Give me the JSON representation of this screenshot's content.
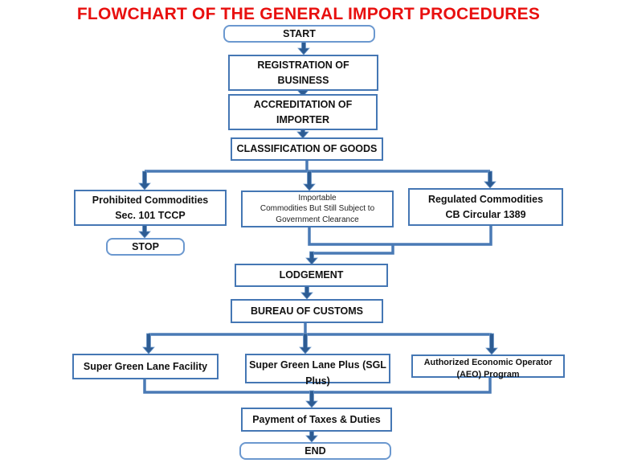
{
  "title": "FLOWCHART OF THE GENERAL IMPORT PROCEDURES",
  "colors": {
    "title": "#e8100f",
    "rect_border": "#4577b4",
    "rounded_border": "#6b98cf",
    "connector_line": "#4a7ab5",
    "arrow": "#2d5c93",
    "background": "#ffffff",
    "text": "#111111"
  },
  "nodes": {
    "start": {
      "lines": [
        "START"
      ],
      "shape": "rounded"
    },
    "registration": {
      "lines": [
        "REGISTRATION OF",
        "BUSINESS"
      ],
      "shape": "rect"
    },
    "accreditation": {
      "lines": [
        "ACCREDITATION OF",
        "IMPORTER"
      ],
      "shape": "rect"
    },
    "classification": {
      "lines": [
        "CLASSIFICATION OF GOODS"
      ],
      "shape": "rect"
    },
    "prohibited": {
      "lines": [
        "Prohibited Commodities",
        "Sec. 101 TCCP"
      ],
      "shape": "rect"
    },
    "importable": {
      "lines": [
        "Importable",
        "Commodities  But Still  Subject to",
        "Government Clearance"
      ],
      "shape": "rect"
    },
    "regulated": {
      "lines": [
        "Regulated Commodities",
        "CB Circular 1389"
      ],
      "shape": "rect"
    },
    "stop": {
      "lines": [
        "STOP"
      ],
      "shape": "rounded"
    },
    "lodgement": {
      "lines": [
        "LODGEMENT"
      ],
      "shape": "rect"
    },
    "bureau": {
      "lines": [
        "BUREAU OF CUSTOMS"
      ],
      "shape": "rect"
    },
    "sgl_facility": {
      "lines": [
        "Super Green Lane Facility"
      ],
      "shape": "rect"
    },
    "sgl_plus": {
      "lines": [
        "Super Green Lane Plus (SGL",
        "Plus)"
      ],
      "shape": "rect"
    },
    "aeo": {
      "lines": [
        "Authorized Economic Operator",
        "(AEO) Program"
      ],
      "shape": "rect"
    },
    "payment": {
      "lines": [
        "Payment of Taxes & Duties"
      ],
      "shape": "rect"
    },
    "end": {
      "lines": [
        "END"
      ],
      "shape": "rounded"
    }
  },
  "edges": [
    [
      "start",
      "registration"
    ],
    [
      "registration",
      "accreditation"
    ],
    [
      "accreditation",
      "classification"
    ],
    [
      "classification",
      "prohibited"
    ],
    [
      "classification",
      "importable"
    ],
    [
      "classification",
      "regulated"
    ],
    [
      "prohibited",
      "stop"
    ],
    [
      "importable",
      "lodgement"
    ],
    [
      "regulated",
      "lodgement"
    ],
    [
      "lodgement",
      "bureau"
    ],
    [
      "bureau",
      "sgl_facility"
    ],
    [
      "bureau",
      "sgl_plus"
    ],
    [
      "bureau",
      "aeo"
    ],
    [
      "sgl_facility",
      "payment"
    ],
    [
      "sgl_plus",
      "payment"
    ],
    [
      "aeo",
      "payment"
    ],
    [
      "payment",
      "end"
    ]
  ]
}
